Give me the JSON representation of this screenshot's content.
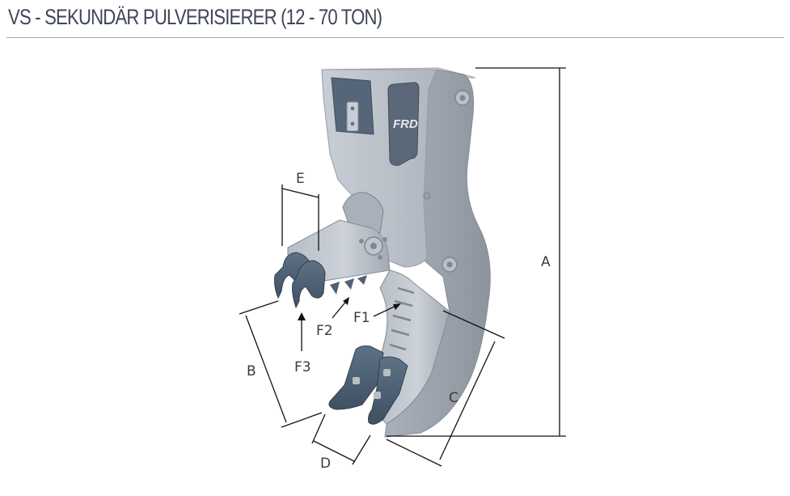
{
  "header": {
    "title": "VS - SEKUNDÄR PULVERISIERER (12 - 70 TON)"
  },
  "logo": {
    "text": "FRD"
  },
  "dimensions": {
    "a": "A",
    "b": "B",
    "c": "C",
    "d": "D",
    "e": "E",
    "f1": "F1",
    "f2": "F2",
    "f3": "F3"
  },
  "colors": {
    "title": "#3e4756",
    "rule": "#9aa6b0",
    "body_light": "#c6cbd3",
    "body_mid": "#aeb4bd",
    "body_dark": "#8b929c",
    "jaw_blue": "#4f6275",
    "plate_dark": "#556474",
    "dimension_line": "#111111"
  }
}
